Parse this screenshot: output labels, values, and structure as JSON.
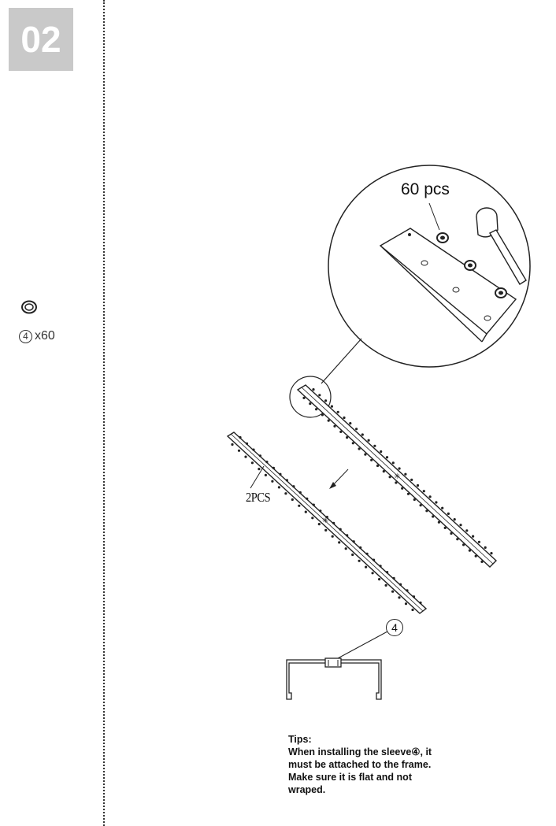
{
  "step": {
    "number": "02"
  },
  "parts": [
    {
      "icon": "sleeve-icon",
      "number": "4",
      "quantity": "x60"
    }
  ],
  "drawing": {
    "detail_quantity": "60 pcs",
    "rail_quantity": "2PCS",
    "callout": "4"
  },
  "tips": {
    "title": "Tips:",
    "lines": [
      "When installing  the sleeve④, it",
      "must be attached to the frame.",
      "Make sure it is flat and not",
      "wraped."
    ]
  }
}
